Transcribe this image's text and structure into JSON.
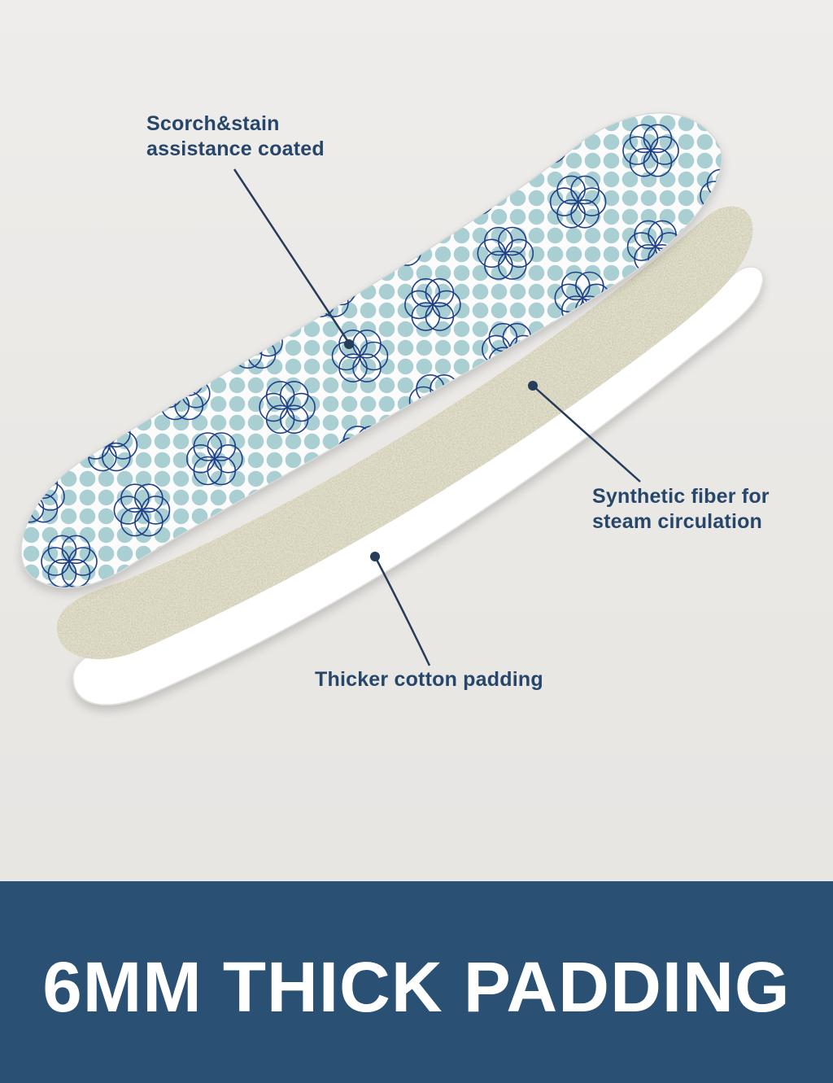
{
  "callouts": {
    "coating": {
      "line1": "Scorch&stain",
      "line2": "assistance coated"
    },
    "fiber": {
      "line1": "Synthetic fiber for",
      "line2": "steam circulation"
    },
    "cotton": {
      "label": "Thicker cotton padding"
    }
  },
  "banner": {
    "title": "6MM THICK PADDING"
  },
  "colors": {
    "background": "#ecebe8",
    "callout_text": "#26466a",
    "leader_line": "#253c5a",
    "banner": "#2a5073",
    "banner_text": "#ffffff",
    "cover_white": "#fbfbfb",
    "cover_dots": "#a9cfd3",
    "cover_rings": "#1f3f87",
    "fiber_layer": "#e4e1cc",
    "cotton_layer": "#ffffff"
  },
  "icons": {
    "leader_marker": "filled-dot"
  }
}
